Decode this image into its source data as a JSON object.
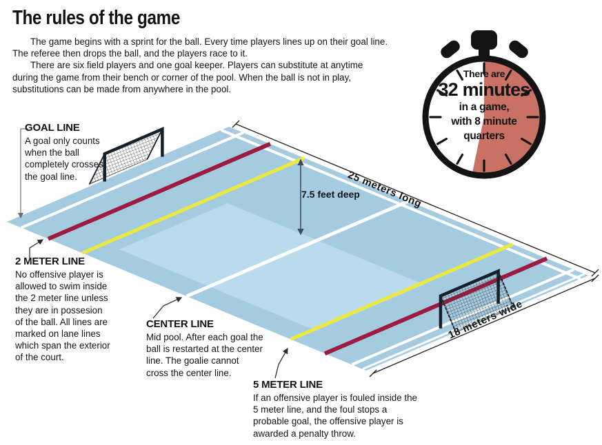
{
  "title": "The rules of the game",
  "intro": {
    "p1": "The game begins with a sprint for the ball. Every time players lines up on their goal line. The referee then drops the ball, and the players race to it.",
    "p2": "There are six field players and one goal keeper. Players can substitute at anytime during the game from their bench or corner of the pool. When the ball is not in play, substitutions can be made from anywhere in the pool."
  },
  "stopwatch": {
    "line1": "There are",
    "line2": "32 minutes",
    "line3": "in a game,",
    "line4": "with 8 minute",
    "line5": "quarters"
  },
  "callouts": {
    "goal_line": {
      "title": "GOAL LINE",
      "body": "A goal only counts when the ball completely crosses the goal line."
    },
    "two_meter_line": {
      "title": "2 METER LINE",
      "body": "No offensive player is allowed to swim inside the 2 meter line unless they are in possesion of the ball. All lines are marked on lane lines which span the exterior of the court."
    },
    "center_line": {
      "title": "CENTER LINE",
      "body": "Mid pool. After each goal the ball is restarted at the center line. The goalie cannot cross the center line."
    },
    "five_meter_line": {
      "title": "5 METER LINE",
      "body": "If an offensive player is fouled inside the 5 meter line, and the foul stops a probable goal, the offensive player is awarded a penalty throw."
    }
  },
  "dimensions": {
    "length": "25 meters long",
    "depth": "7.5 feet deep",
    "width": "18 meters wide"
  },
  "colors": {
    "pool_blue": "#a5cbe1",
    "pool_floor": "#badbeb",
    "line_red": "#9c1c40",
    "line_yellow": "#eeea3d",
    "watch_red": "#c97164",
    "ink": "#131313"
  }
}
